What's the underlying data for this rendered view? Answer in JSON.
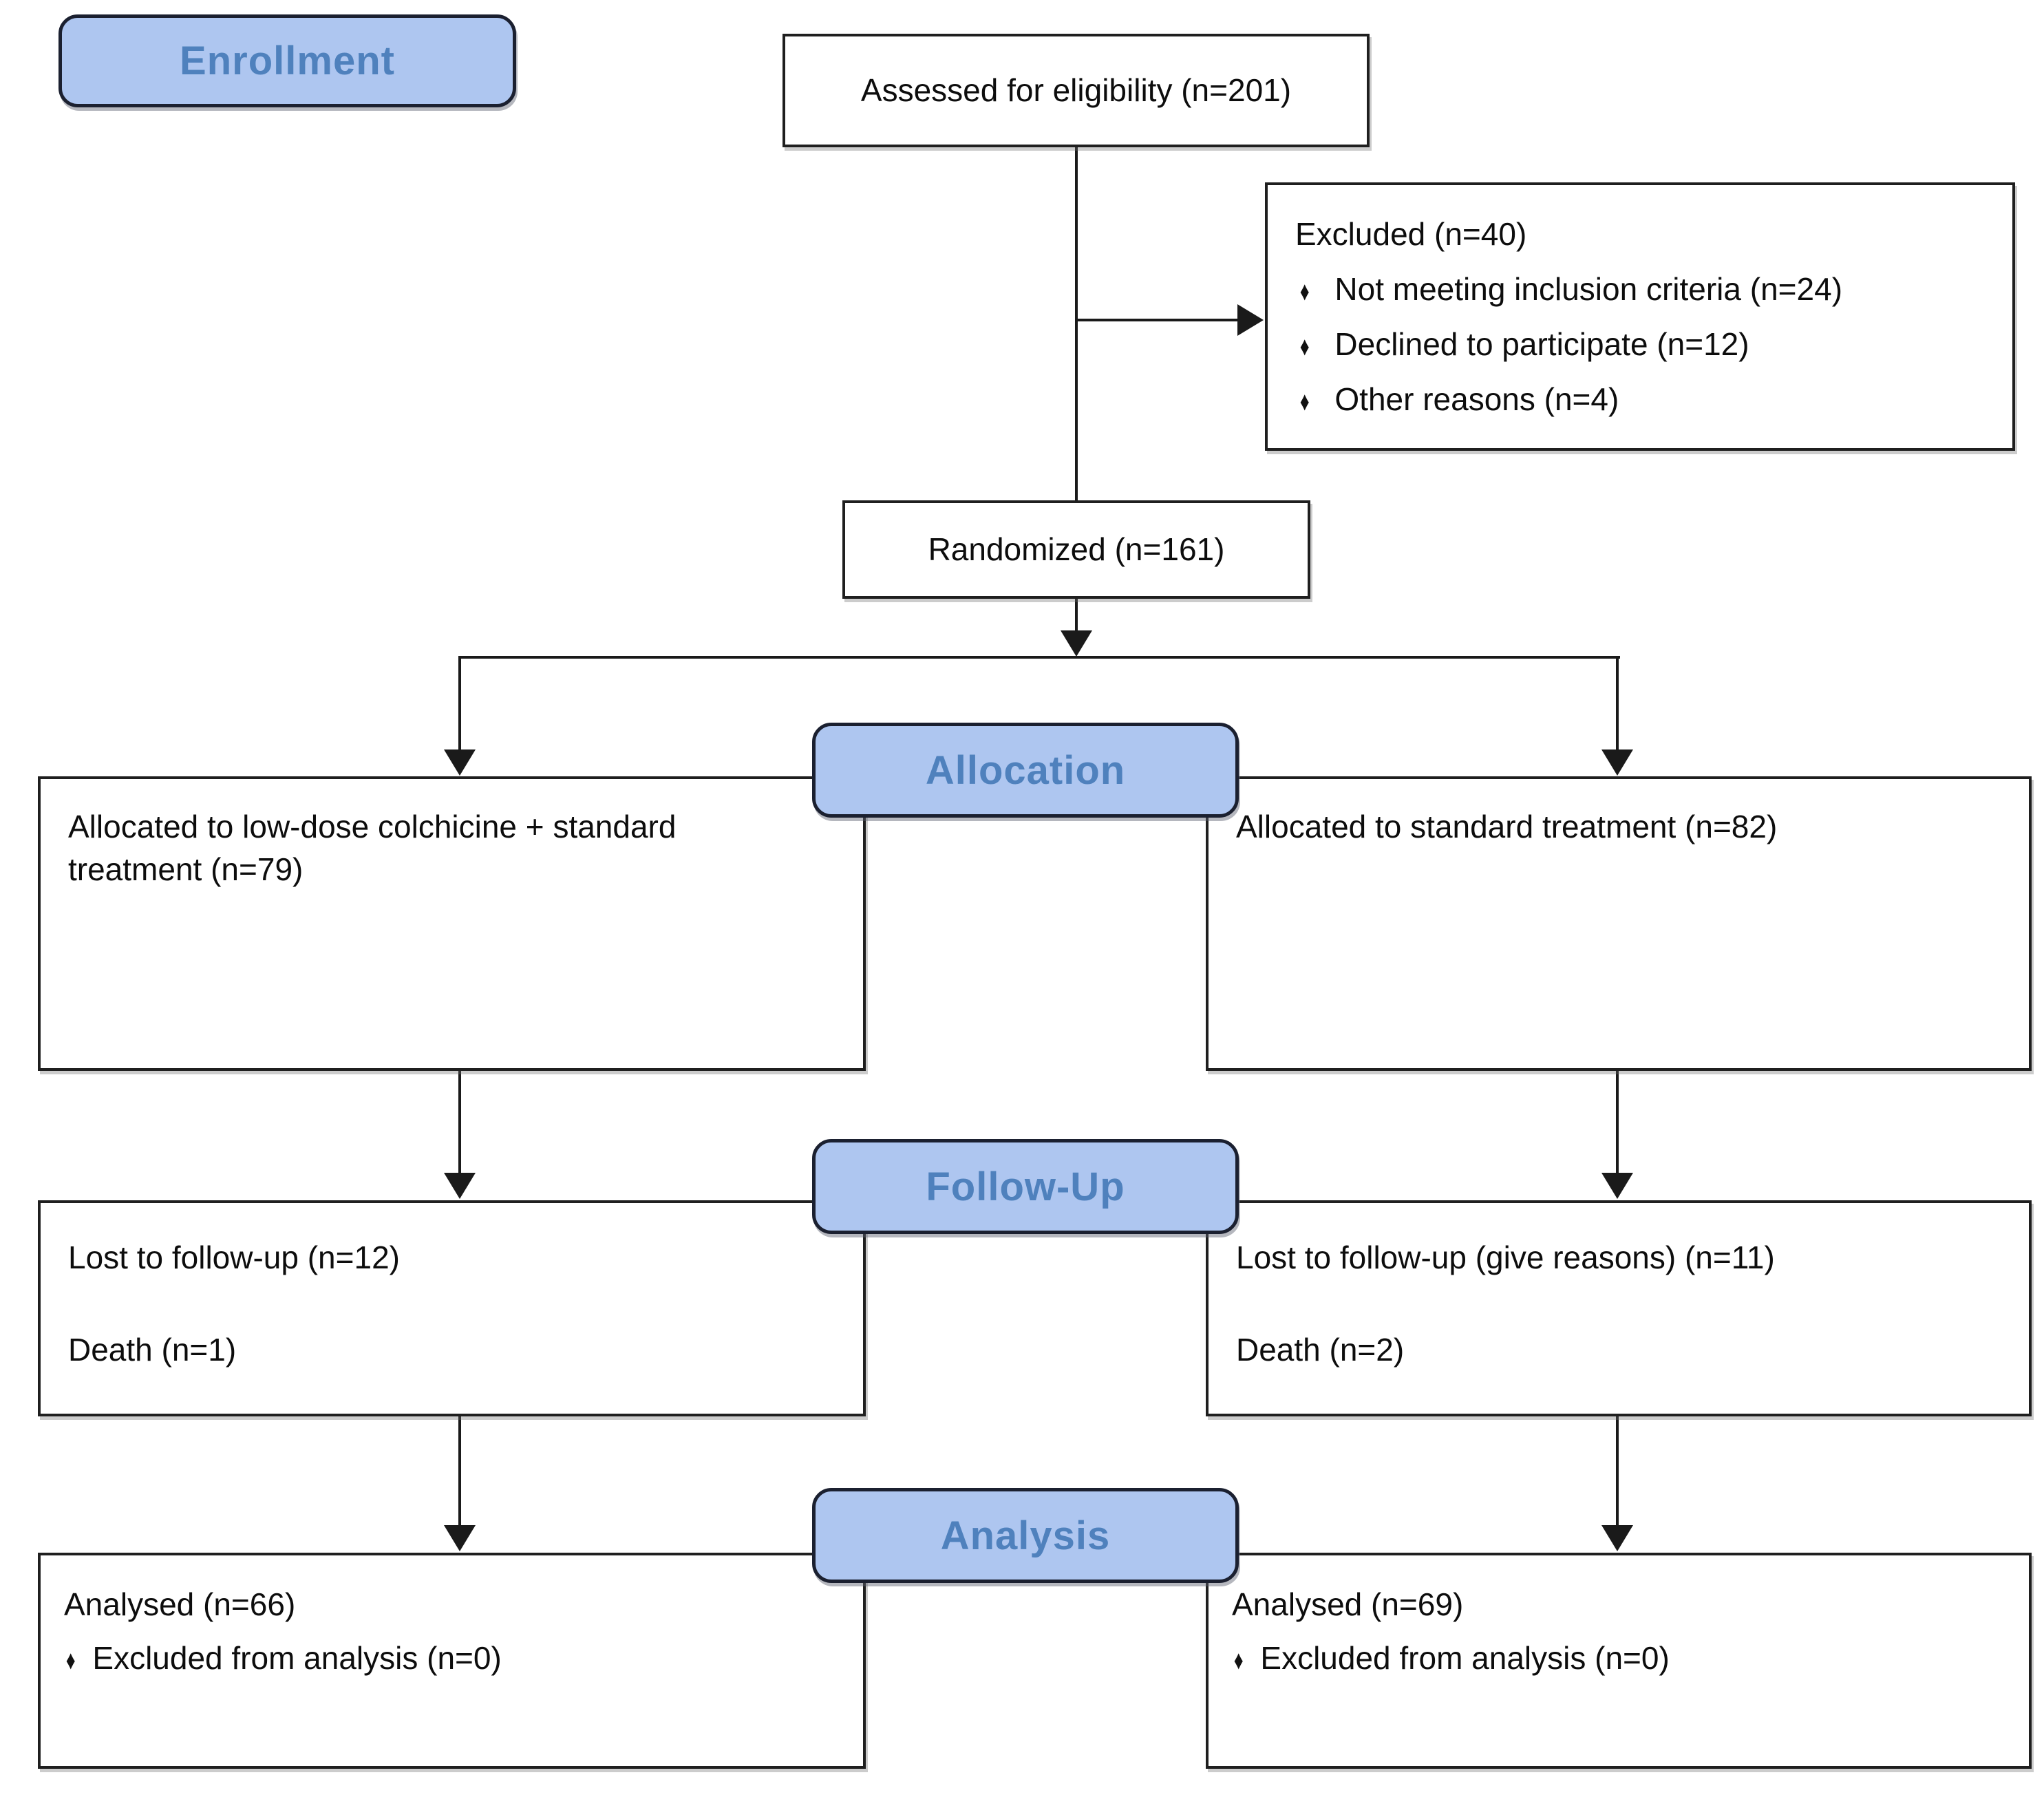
{
  "diagram": {
    "title_semantic": "CONSORT participant flow diagram",
    "bullet_glyph": "♦",
    "colors": {
      "stage_fill": "#aec6f0",
      "stage_text": "#4f81bd",
      "stage_border": "#1b2030",
      "box_border": "#1f1f1f",
      "connector": "#1a1a1a",
      "background": "#ffffff"
    },
    "stages": [
      {
        "id": "enrollment",
        "label": "Enrollment"
      },
      {
        "id": "allocation",
        "label": "Allocation"
      },
      {
        "id": "followup",
        "label": "Follow-Up"
      },
      {
        "id": "analysis",
        "label": "Analysis"
      }
    ],
    "boxes": {
      "assessed": {
        "text": "Assessed for eligibility (n=201)"
      },
      "excluded": {
        "title": "Excluded (n=40)",
        "bullets": [
          "Not meeting inclusion criteria (n=24)",
          "Declined to participate (n=12)",
          "Other reasons (n=4)"
        ]
      },
      "randomized": {
        "text": "Randomized (n=161)"
      },
      "allocation_left": {
        "text": "Allocated to low-dose colchicine + standard treatment (n=79)"
      },
      "allocation_right": {
        "text": "Allocated to standard treatment (n=82)"
      },
      "followup_left": {
        "lines": [
          "Lost to follow-up (n=12)",
          "Death (n=1)"
        ]
      },
      "followup_right": {
        "lines": [
          "Lost to follow-up (give reasons) (n=11)",
          "Death (n=2)"
        ]
      },
      "analysis_left": {
        "title": "Analysed (n=66)",
        "bullets": [
          "Excluded from analysis (n=0)"
        ]
      },
      "analysis_right": {
        "title": "Analysed (n=69)",
        "bullets": [
          "Excluded from analysis (n=0)"
        ]
      }
    }
  }
}
